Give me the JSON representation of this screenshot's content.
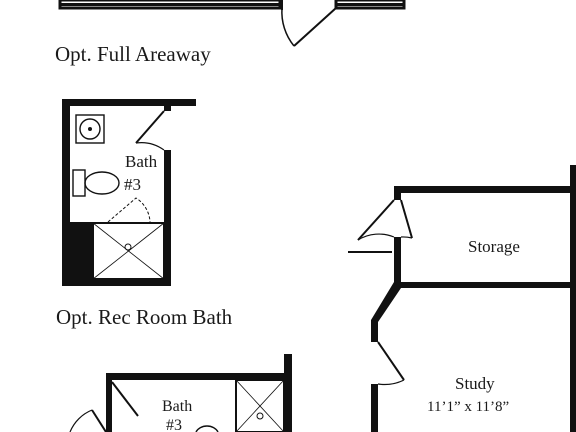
{
  "captions": {
    "areaway": "Opt. Full Areaway",
    "rec_bath": "Opt. Rec Room Bath"
  },
  "rooms": {
    "bath_upper": {
      "name": "Bath",
      "number": "#3"
    },
    "bath_lower": {
      "name": "Bath",
      "number": "#3"
    },
    "storage": {
      "name": "Storage"
    },
    "study": {
      "name": "Study",
      "dimensions": "11’1” x 11’8”"
    }
  }
}
